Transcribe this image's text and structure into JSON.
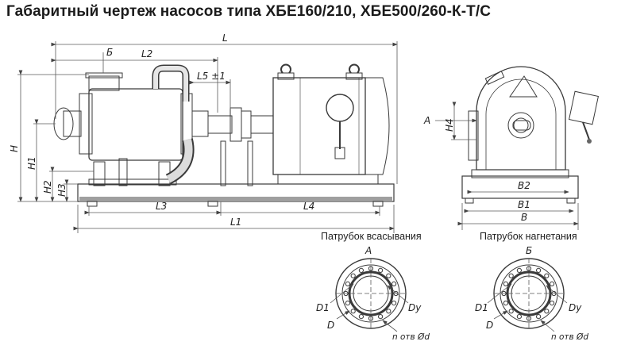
{
  "title": "Габаритный чертеж насосов типа ХБЕ160/210, ХБЕ500/260-К-Т/С",
  "dims": {
    "L": "L",
    "L1": "L1",
    "L2": "L2",
    "L3": "L3",
    "L4": "L4",
    "L5": "L5 ±1",
    "H": "H",
    "H1": "H1",
    "H2": "H2",
    "H3": "H3",
    "H4": "H4",
    "B": "B",
    "B1": "B1",
    "B2": "B2",
    "A": "A",
    "B_mark": "Б"
  },
  "flanges": {
    "suction": {
      "caption": "Патрубок всасывания",
      "letter": "А"
    },
    "discharge": {
      "caption": "Патрубок нагнетания",
      "letter": "Б"
    },
    "labels": {
      "D1": "D1",
      "D": "D",
      "Dy": "Dy",
      "holes": "n отв Ød"
    }
  },
  "colors": {
    "line": "#3a3a3a",
    "body": "#e9e9e9",
    "shade": "#bdbdbd"
  }
}
